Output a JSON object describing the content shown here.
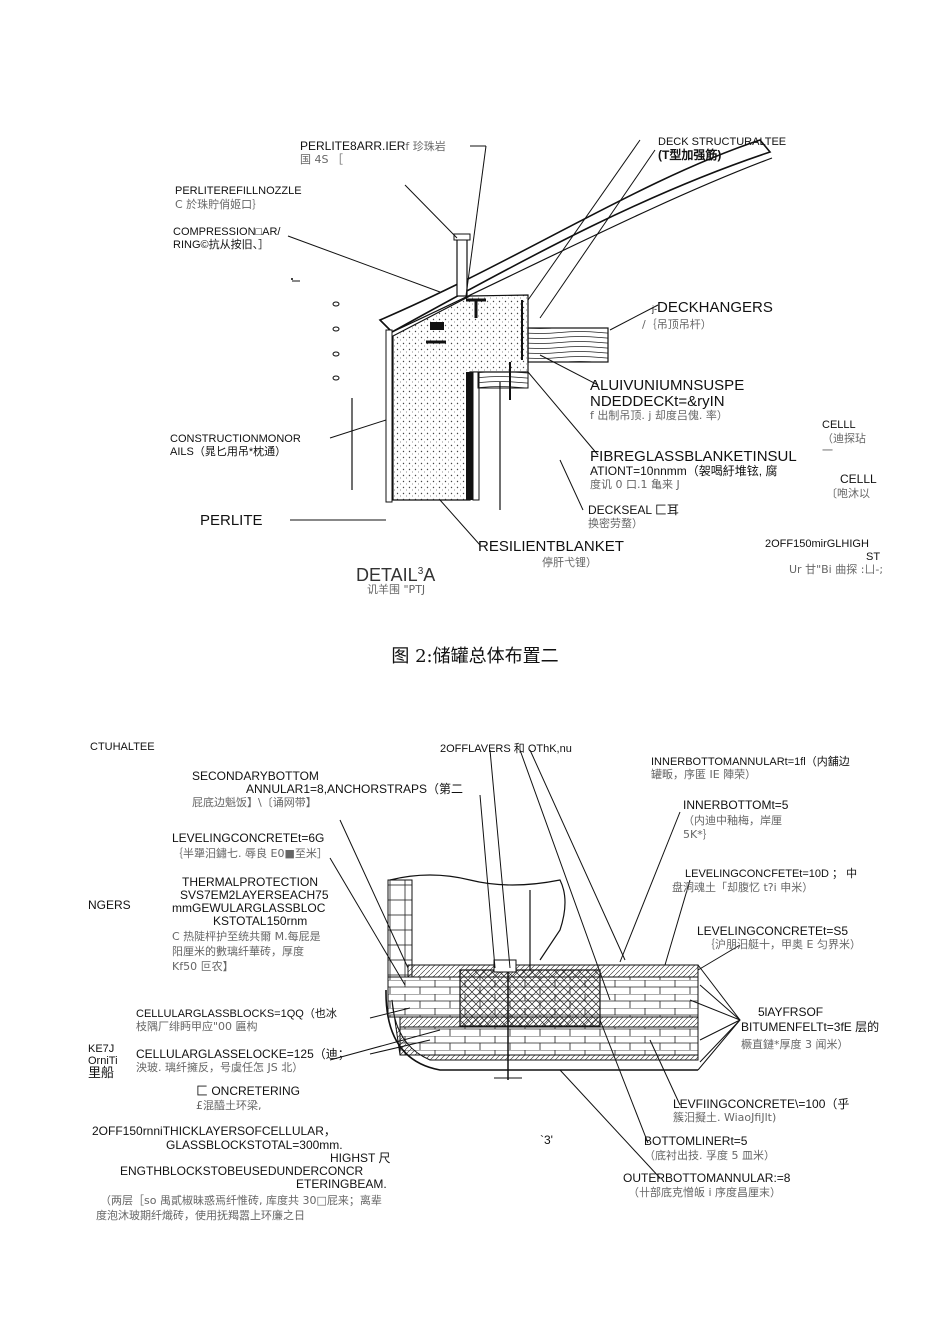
{
  "figure1": {
    "caption": "图 2:储罐总体布置二",
    "perlite_barrier": "PERLITE8ARR.IER",
    "perlite_barrier_cn": "f 珍珠岩",
    "perlite_barrier_cn2": "国 4S ［",
    "deck_structural_tee": "DECK STRUCTURALTEE",
    "deck_structural_tee_cn": "(T型加强筋)",
    "refill_nozzle": "PERLITEREFILLNOZZLE",
    "refill_nozzle_cn": "C 於珠貯俏姬口｝",
    "compression_bar": "COMPRESSION□AR/",
    "compression_bar2": "RING©抗从按旧、］",
    "deck_hangers": "DECKHANGERS",
    "deck_hangers_prefix": "j-",
    "deck_hangers_cn": "/｛吊顶吊杆）",
    "alum_deck": "ALUIVUNIUMNSUSPE",
    "alum_deck2": "NDEDDECKt=&ryIN",
    "alum_deck_cn": "f 出制吊顶. j 却度吕傀. 率）",
    "cell1": "CELLL",
    "cell1_cn": "（迪探玷",
    "cell1_cn2": "一",
    "cell2": "CELLL",
    "cell2_cn": "〔咆沐以",
    "construction_monorails": "CONSTRUCTIONMONOR",
    "construction_monorails2": "AILS（晁匕用吊*枕通）",
    "fibreglass": "FIBREGLASSBLANKETINSUL",
    "fibreglass2": "ATIONT=10nnmm（袈喝紆堆铉, 腐",
    "fibreglass_cn": "度讥 0 口.1 亀来 J",
    "deck_seal": "DECKSEAL 匚耳",
    "deck_seal_cn": "换密劳蝥）",
    "perlite": "PERLITE",
    "resilient": "RESILIENTBLANKET",
    "resilient_cn": "停肝弋锂）",
    "detail": "DETAIL",
    "detail_sup": "3",
    "detail_suffix": "A",
    "detail_cn": "讥羊围 \"PTJ",
    "two_off": "2OFF150mirGLHIGH",
    "two_off2": "ST",
    "two_off3": "Ur 甘\"Bi 曲探 :ㄩ-;"
  },
  "figure2": {
    "ctuhaltee": "CTUHALTEE",
    "two_layers": "2OFFLAVERS 和 OThK,nu",
    "secondary_bottom": "SECONDARYBOTTOM",
    "secondary_bottom2": "ANNULAR1=8,ANCHORSTRAPS（第二",
    "secondary_bottom_cn": "屁底边魁饭】\\〔诵网带】",
    "inner_annular": "INNERBOTTOMANNULARt=1fl（内舖边",
    "inner_annular_cn": "罐畈，序匿 IE 陣荣）",
    "inner_bottom": "INNERBOTTOMt=5",
    "inner_bottom_cn": "（内迪中釉梅，岸厘",
    "inner_bottom_cn2": "5K*｝",
    "leveling6": "LEVELINGCONCRETEt=6G",
    "leveling6_cn": "｛半犟汨鏽七. 辱良 E0■至米］",
    "leveling10": "LEVELINGCONCFETEt=10D ；  中",
    "leveling10_cn": "盘洞魂土「却腹忆 t?i 申米）",
    "thermal1": "THERMALPROTECTION",
    "thermal2": "SVS7EM2LAYERSEACH75",
    "thermal3": "mmGEWULARGLASSBLOC",
    "thermal4": "KSTOTAL150rnm",
    "thermal_cn1": "C 热陡枰护至统共爾 M.每屁是",
    "thermal_cn2": "阳厘米的數璃纤華砖，厚度",
    "thermal_cn3": "Kf50 叵农】",
    "ngers": "NGERS",
    "leveling5": "LEVELINGCONCRETEt=S5",
    "leveling5_cn": "｛沪朋汨艇十，甲奥 E 匀界米）",
    "cellular100": "CELLULARGLASSBLOCKS=1QQ（也冰",
    "cellular100_cn": "枝隅厂绯眄甲应\"00 匾构",
    "bitumen": "5lAYFRSOF",
    "bitumen2": "BITUMENFELTt=3fE 层的",
    "bitumen_cn": "橛直鏈*厚度 3 闻米）",
    "ke7j1": "KE7J",
    "ke7j2": "OrniTi",
    "ke7j3": "里船",
    "cellular125": "CELLULARGLASSELOCKE=125（迪；",
    "cellular125_cn": "泱玻. 璃纤擁反，号虞任怎 JS 北）",
    "concretering": "匚 ONCRETERING",
    "concretering_cn": "£混醯土环梁,",
    "leveling100": "LEVFIINGCONCRETE\\=100（乎",
    "leveling100_cn": "簇汨擬土. WiaoJfiJlt)",
    "two_off_cell1": "2OFF150rnniTHICKLAYERSOFCELLULAR，",
    "two_off_cell2": "GLASSBLOCKSTOTAL=300mm.",
    "two_off_cell3": "HIGHST 尺",
    "two_off_cell4": "ENGTHBLOCKSTOBEUSEDUNDERCONCR",
    "two_off_cell5": "ETERINGBEAM.",
    "two_off_cell_cn1": "（两层［so 禺貳椒昧惑焉纤惟砖, 库度共 30□屁来；离辈",
    "two_off_cell_cn2": "度泡沐玻期纤熾砖，使用抚羯嚣上环廉之日",
    "bottom_liner": "BOTTOMLINERt=5",
    "bottom_liner_cn": "（底衬出技. 孚度 5 皿米）",
    "outer_annular": "OUTERBOTTOMANNULAR:=8",
    "outer_annular_cn": "（卄部底克憎皈 i 序度昌厘末）",
    "small_mark": "`3'"
  }
}
